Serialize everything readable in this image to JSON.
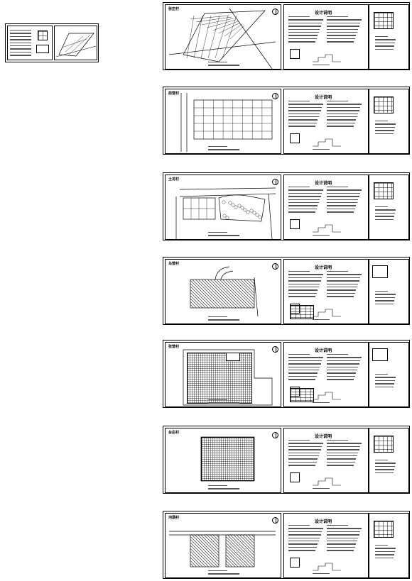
{
  "overview": {
    "sheet_count": 2
  },
  "design_notes_title": "设计说明",
  "sheets": [
    {
      "village": "张庄村"
    },
    {
      "village": "前营村"
    },
    {
      "village": "土龙村"
    },
    {
      "village": "马营村"
    },
    {
      "village": "张营村"
    },
    {
      "village": "台庄村"
    },
    {
      "village": "河源村"
    }
  ],
  "colors": {
    "line": "#000000",
    "paper": "#ffffff",
    "text_line": "#555555"
  }
}
